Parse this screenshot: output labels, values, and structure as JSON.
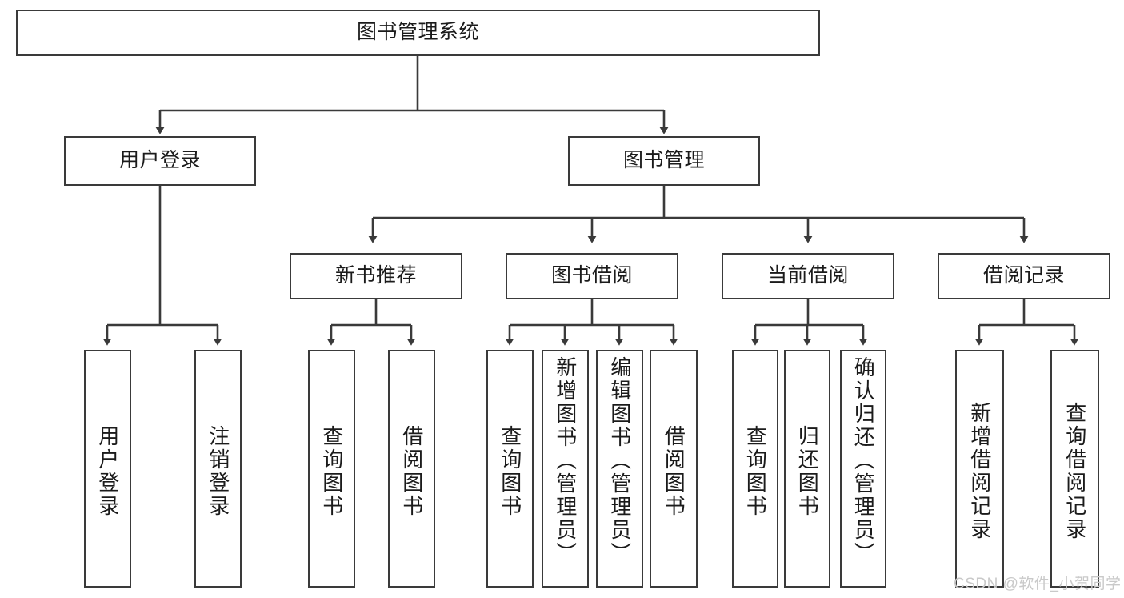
{
  "diagram": {
    "type": "tree-hierarchy",
    "title": "图书管理系统",
    "accent_color": "#3a3a3a",
    "background_color": "#ffffff",
    "nodes": {
      "root": {
        "label": "图书管理系统"
      },
      "level1": [
        {
          "label": "用户登录"
        },
        {
          "label": "图书管理"
        }
      ],
      "level2": [
        {
          "label": "新书推荐"
        },
        {
          "label": "图书借阅"
        },
        {
          "label": "当前借阅"
        },
        {
          "label": "借阅记录"
        }
      ],
      "leaves_user_login": [
        {
          "label": "用户登录"
        },
        {
          "label": "注销登录"
        }
      ],
      "leaves_new_book": [
        {
          "label": "查询图书"
        },
        {
          "label": "借阅图书"
        }
      ],
      "leaves_borrow": [
        {
          "label": "查询图书"
        },
        {
          "label": "新增图书（管理员）"
        },
        {
          "label": "编辑图书（管理员）"
        },
        {
          "label": "借阅图书"
        }
      ],
      "leaves_current": [
        {
          "label": "查询图书"
        },
        {
          "label": "归还图书"
        },
        {
          "label": "确认归还（管理员）"
        }
      ],
      "leaves_records": [
        {
          "label": "新增借阅记录"
        },
        {
          "label": "查询借阅记录"
        }
      ]
    }
  },
  "watermark": {
    "text": "CSDN @软件_小贺同学"
  }
}
